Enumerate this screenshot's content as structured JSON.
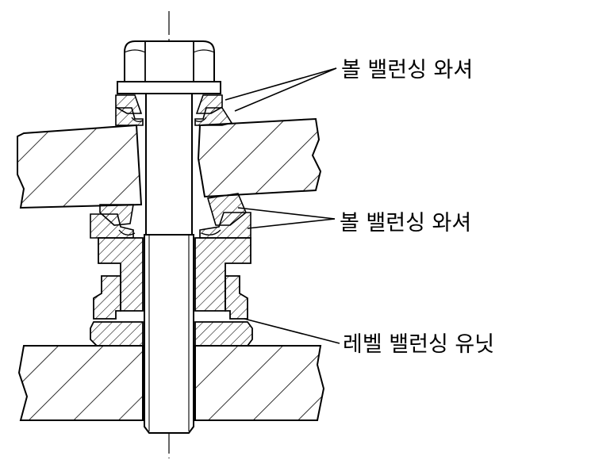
{
  "labels": {
    "upper_washer": "볼 밸런싱 와셔",
    "lower_washer": "볼 밸런싱 와셔",
    "leveling_unit": "레벨 밸런싱 유닛"
  },
  "colors": {
    "line": "#000000",
    "background": "#ffffff"
  }
}
